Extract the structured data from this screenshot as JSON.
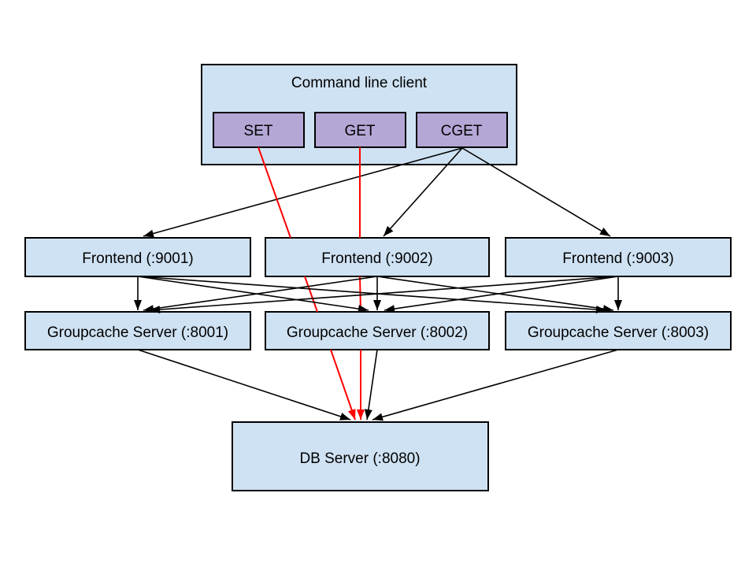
{
  "diagram": {
    "background": "#ffffff",
    "colors": {
      "node_fill": "#cfe2f3",
      "command_fill": "#b4a7d6",
      "border": "#000000",
      "edge": "#000000",
      "highlight_edge": "#ff0000"
    },
    "nodes": {
      "client": {
        "label": "Command line client"
      },
      "set": {
        "label": "SET"
      },
      "get": {
        "label": "GET"
      },
      "cget": {
        "label": "CGET"
      },
      "frontend1": {
        "label": "Frontend (:9001)"
      },
      "frontend2": {
        "label": "Frontend (:9002)"
      },
      "frontend3": {
        "label": "Frontend (:9003)"
      },
      "cache1": {
        "label": "Groupcache Server (:8001)"
      },
      "cache2": {
        "label": "Groupcache Server (:8002)"
      },
      "cache3": {
        "label": "Groupcache Server (:8003)"
      },
      "db": {
        "label": "DB Server (:8080)"
      }
    },
    "edges": [
      {
        "from": "cget",
        "to": "frontend1",
        "color": "#000000",
        "segments": [
          [
            587,
            188,
            182,
            300
          ]
        ]
      },
      {
        "from": "cget",
        "to": "frontend2",
        "color": "#000000",
        "segments": [
          [
            587,
            188,
            487,
            300
          ]
        ]
      },
      {
        "from": "cget",
        "to": "frontend3",
        "color": "#000000",
        "segments": [
          [
            587,
            188,
            775,
            300
          ]
        ]
      },
      {
        "from": "set",
        "to": "db",
        "color": "#ff0000",
        "segments": [
          [
            328,
            187,
            369,
            302
          ],
          [
            387,
            351,
            403,
            396
          ],
          [
            420,
            444,
            451,
            533
          ]
        ]
      },
      {
        "from": "get",
        "to": "db",
        "color": "#ff0000",
        "segments": [
          [
            457,
            187,
            457,
            302
          ],
          [
            457,
            351,
            458,
            396
          ],
          [
            458,
            444,
            458,
            533
          ]
        ]
      },
      {
        "from": "frontend1",
        "to": "cache1",
        "color": "#000000",
        "segments": [
          [
            175,
            351,
            175,
            394
          ]
        ]
      },
      {
        "from": "frontend1",
        "to": "cache2",
        "color": "#000000",
        "segments": [
          [
            175,
            351,
            468,
            394
          ]
        ]
      },
      {
        "from": "frontend1",
        "to": "cache3",
        "color": "#000000",
        "segments": [
          [
            175,
            351,
            770,
            394
          ]
        ]
      },
      {
        "from": "frontend2",
        "to": "cache1",
        "color": "#000000",
        "segments": [
          [
            479,
            351,
            182,
            394
          ]
        ]
      },
      {
        "from": "frontend2",
        "to": "cache2",
        "color": "#000000",
        "segments": [
          [
            479,
            351,
            479,
            394
          ]
        ]
      },
      {
        "from": "frontend2",
        "to": "cache3",
        "color": "#000000",
        "segments": [
          [
            479,
            351,
            779,
            394
          ]
        ]
      },
      {
        "from": "frontend3",
        "to": "cache1",
        "color": "#000000",
        "segments": [
          [
            785,
            351,
            190,
            394
          ]
        ]
      },
      {
        "from": "frontend3",
        "to": "cache2",
        "color": "#000000",
        "segments": [
          [
            785,
            351,
            488,
            394
          ]
        ]
      },
      {
        "from": "frontend3",
        "to": "cache3",
        "color": "#000000",
        "segments": [
          [
            785,
            351,
            785,
            394
          ]
        ]
      },
      {
        "from": "cache1",
        "to": "db",
        "color": "#000000",
        "segments": [
          [
            175,
            444,
            445,
            533
          ]
        ]
      },
      {
        "from": "cache2",
        "to": "db",
        "color": "#000000",
        "segments": [
          [
            479,
            444,
            466,
            533
          ]
        ]
      },
      {
        "from": "cache3",
        "to": "db",
        "color": "#000000",
        "segments": [
          [
            785,
            444,
            473,
            533
          ]
        ]
      }
    ]
  }
}
